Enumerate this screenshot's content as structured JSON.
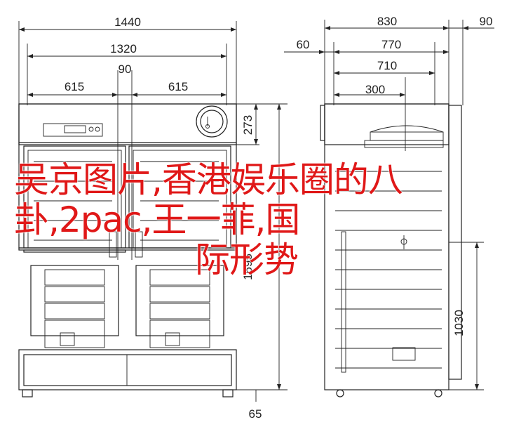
{
  "dimensions": {
    "front_total_width": "1440",
    "front_inner_width": "1320",
    "front_gap": "90",
    "front_left_door": "615",
    "front_right_door": "615",
    "front_top_panel_height": "273",
    "front_body_height": "1695",
    "front_foot_offset": "65",
    "side_total_depth": "830",
    "side_top_protrusion": "90",
    "side_back_offset": "60",
    "side_depth_770": "770",
    "side_depth_710": "710",
    "side_depth_300": "300",
    "side_shelf_height": "1030"
  },
  "overlay_text": {
    "line1": "吴京图片,香港娱乐圈的八",
    "line2": "卦,2pac,王一菲,国",
    "line3": "际形势"
  },
  "colors": {
    "line": "#222222",
    "overlay_text": "#e01818"
  }
}
